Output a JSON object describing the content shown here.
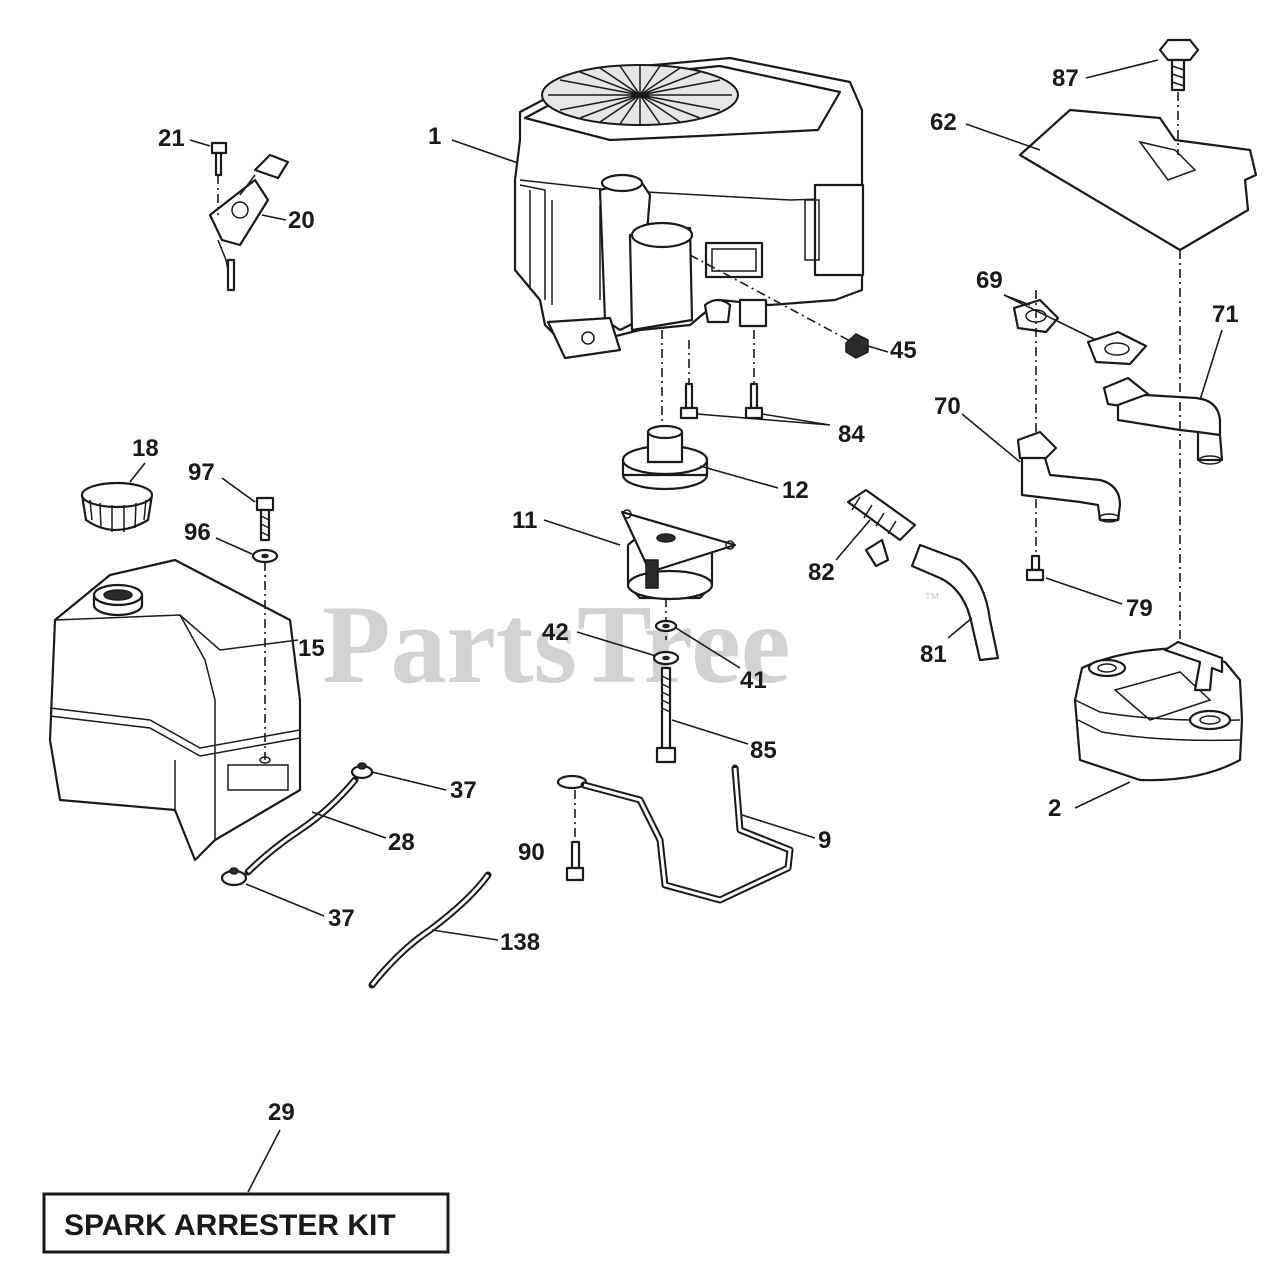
{
  "watermark": {
    "text": "PartsTree",
    "trademark": "™"
  },
  "kit_label": "SPARK ARRESTER KIT",
  "callouts": {
    "c1": "1",
    "c2": "2",
    "c9": "9",
    "c11": "11",
    "c12": "12",
    "c15": "15",
    "c18": "18",
    "c20": "20",
    "c21": "21",
    "c28": "28",
    "c29": "29",
    "c37a": "37",
    "c37b": "37",
    "c41": "41",
    "c42": "42",
    "c45": "45",
    "c62": "62",
    "c69": "69",
    "c70": "70",
    "c71": "71",
    "c79": "79",
    "c81": "81",
    "c82": "82",
    "c84": "84",
    "c85": "85",
    "c87": "87",
    "c90": "90",
    "c96": "96",
    "c97": "97",
    "c138": "138"
  }
}
